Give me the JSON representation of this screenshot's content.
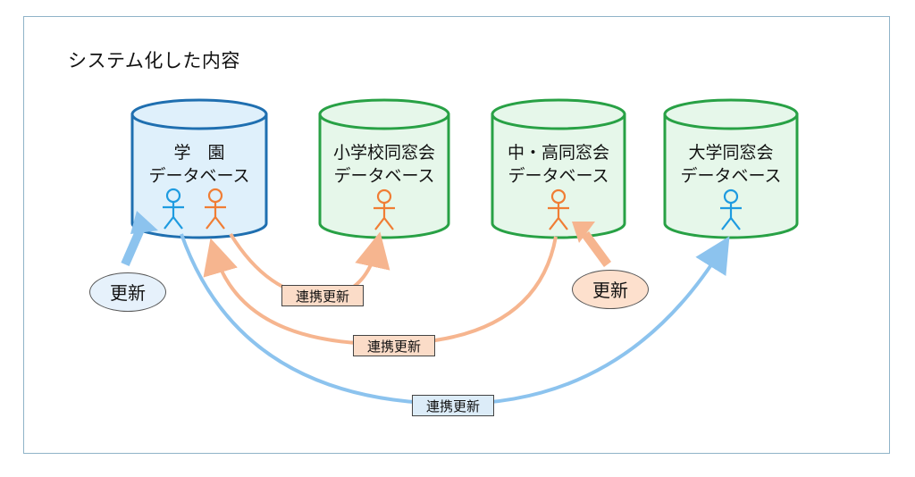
{
  "title": "システム化した内容",
  "databases": [
    {
      "line1": "学　園",
      "line2": "データベース",
      "theme": "blue"
    },
    {
      "line1": "小学校同窓会",
      "line2": "データベース",
      "theme": "green"
    },
    {
      "line1": "中・高同窓会",
      "line2": "データベース",
      "theme": "green"
    },
    {
      "line1": "大学同窓会",
      "line2": "データベース",
      "theme": "green"
    }
  ],
  "sync_labels": [
    "連携更新",
    "連携更新",
    "連携更新"
  ],
  "update_labels": [
    "更新",
    "更新"
  ],
  "colors": {
    "blue_stroke": "#1f6fb0",
    "blue_fill": "#dff0fb",
    "green_stroke": "#28a145",
    "green_fill": "#e6f7ea",
    "orange_person": "#f07d34",
    "blue_person": "#1e9be0",
    "orange_arrow": "#f6b58f",
    "blue_arrow": "#8cc3ee",
    "frame": "#8fb3c8"
  },
  "icons": [
    "person-icon",
    "arrow-icon"
  ]
}
